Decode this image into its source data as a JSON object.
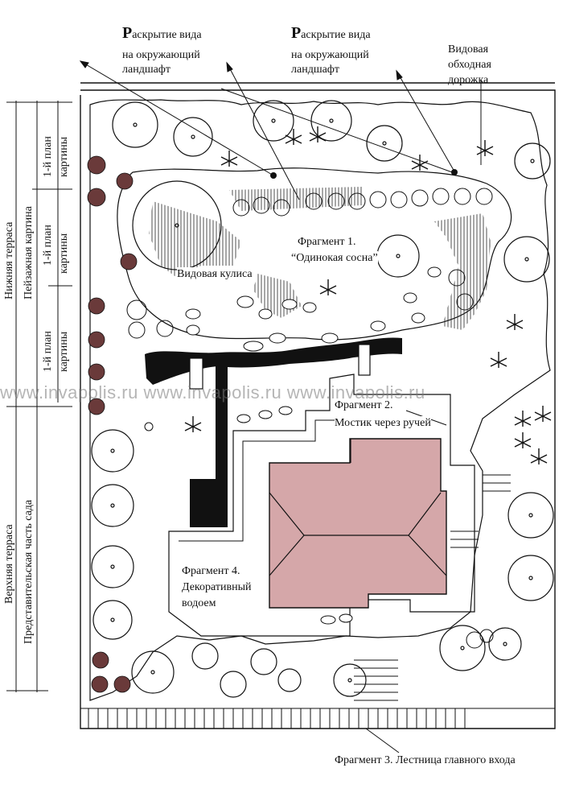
{
  "labels": {
    "view1_line1": "аскрытие вида",
    "view1_cap": "Р",
    "view1_line2": "на окружающий",
    "view1_line3": "ландшафт",
    "view2_line1": "аскрытие вида",
    "view2_cap": "Р",
    "view2_line2": "на окружающий",
    "view2_line3": "ландшафт",
    "path_line1": "Видовая",
    "path_line2": "обходная",
    "path_line3": "дорожка",
    "frag1_line1": "Фрагмент 1.",
    "frag1_line2": "“Одинокая сосна”",
    "kulisa": "Видовая кулиса",
    "frag2_line1": "Фрагмент 2.",
    "frag2_line2": "Мостик через ручей",
    "frag4_line1": "Фрагмент 4.",
    "frag4_line2": "Декоративный",
    "frag4_line3": "водоем",
    "frag3": "Фрагмент 3. Лестница главного входа"
  },
  "side": {
    "lower_terrace": "Нижняя терраса",
    "landscape_picture": "Пейзажная картина",
    "plan1_a": "1-й план",
    "plan1_b": "картины",
    "plan2_a": "1-й план",
    "plan2_b": "картины",
    "plan3_a": "1-й план",
    "plan3_b": "картины",
    "upper_terrace": "Верхняя терраса",
    "representative": "Представительская часть сада"
  },
  "watermark": "www.invapolis.ru www.invapolis.ru www.invapolis.ru",
  "colors": {
    "house_roof": "#d5a7a9",
    "ink": "#111111",
    "water": "#111111"
  }
}
